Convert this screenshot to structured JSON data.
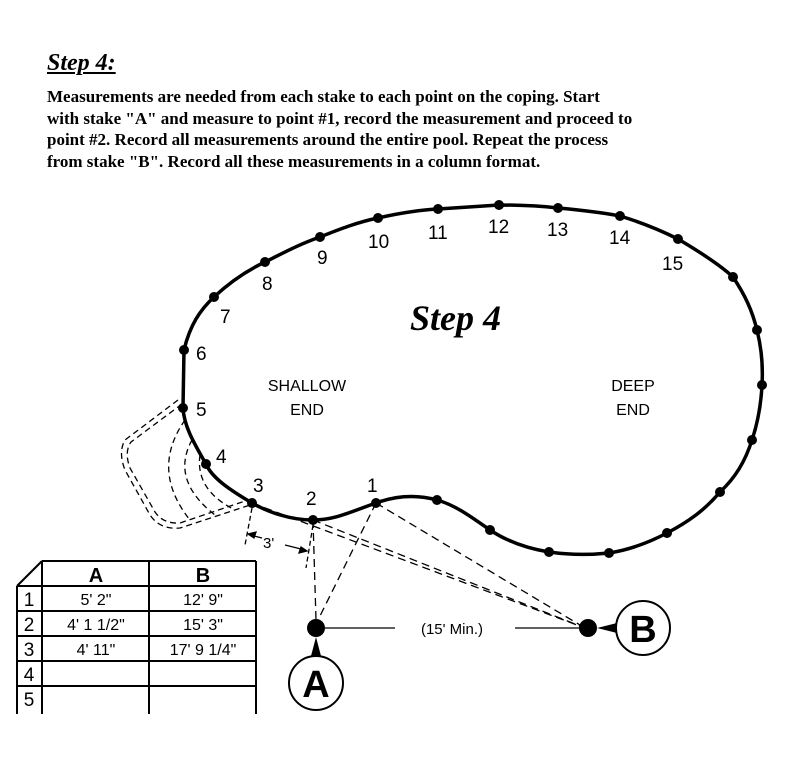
{
  "heading": "Step 4:",
  "paragraph_lines": [
    "Measurements are needed from each stake to each point on the coping.  Start",
    "with stake \"A\" and measure to point #1, record the measurement and proceed to",
    "point #2.  Record all measurements around the entire pool.  Repeat the process",
    "from stake \"B\".  Record all these measurements in a column format."
  ],
  "diagram": {
    "title": "Step 4",
    "shallow_label": [
      "SHALLOW",
      "END"
    ],
    "deep_label": [
      "DEEP",
      "END"
    ],
    "points": [
      "1",
      "2",
      "3",
      "4",
      "5",
      "6",
      "7",
      "8",
      "9",
      "10",
      "11",
      "12",
      "13",
      "14",
      "15"
    ],
    "offset_label": "3'",
    "distance_label": "(15' Min.)",
    "stake_a": "A",
    "stake_b": "B"
  },
  "table": {
    "headers": [
      "A",
      "B"
    ],
    "rows": [
      {
        "n": "1",
        "a": "5' 2\"",
        "b": "12' 9\""
      },
      {
        "n": "2",
        "a": "4' 1 1/2\"",
        "b": "15' 3\""
      },
      {
        "n": "3",
        "a": "4' 11\"",
        "b": "17' 9 1/4\""
      },
      {
        "n": "4",
        "a": "",
        "b": ""
      },
      {
        "n": "5",
        "a": "",
        "b": ""
      }
    ]
  }
}
